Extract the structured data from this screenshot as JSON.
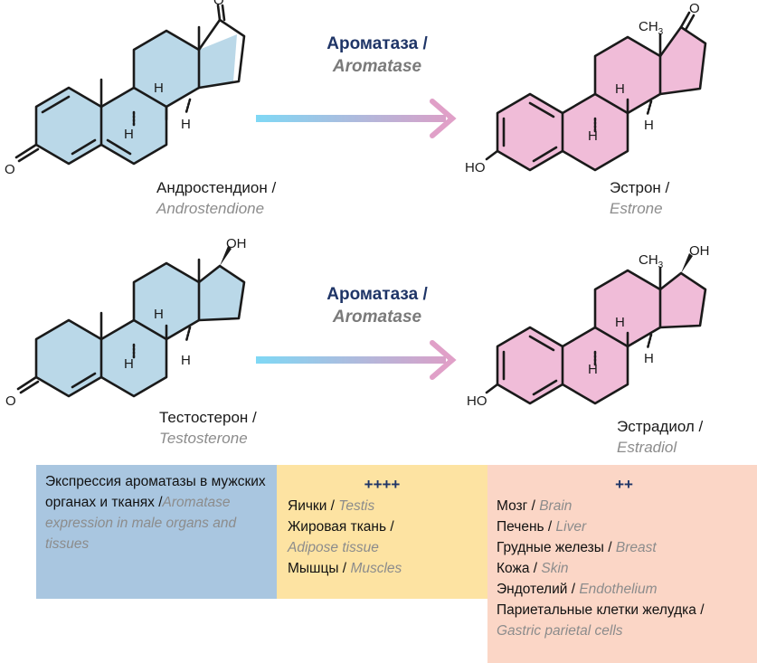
{
  "molecules": {
    "androstenedione": {
      "ru": "Андростендион /",
      "en": "Androstendione",
      "ketone_label": "O",
      "oxo_label": "O"
    },
    "estrone": {
      "ru": "Эстрон /",
      "en": "Estrone",
      "methyl_label": "CH",
      "methyl_sub": "3",
      "hydroxyl_label": "HO",
      "ketone_label": "O"
    },
    "testosterone": {
      "ru": "Тестостерон /",
      "en": "Testosterone",
      "hydroxyl_label": "OH",
      "ketone_label": "O"
    },
    "estradiol": {
      "ru": "Эстрадиол /",
      "en": "Estradiol",
      "methyl_label": "CH",
      "methyl_sub": "3",
      "hydroxyl_label": "HO",
      "oh_label": "OH"
    },
    "hydrogen_label": "H"
  },
  "enzyme": {
    "ru": "Ароматаза /",
    "en": "Aromatase"
  },
  "colors": {
    "androgen_fill": "#bad8e8",
    "estrogen_fill": "#f0bcd8",
    "arrow_start": "#7fd8f5",
    "arrow_end": "#d9a0c8",
    "arrowhead": "#e0a0c8"
  },
  "expression": {
    "title_ru": "Экспрессия ароматазы в мужских органах и тканях /",
    "title_en": "Aromatase expression in male organs and tissues",
    "high": {
      "level": "++++",
      "items": [
        {
          "ru": "Яички /",
          "en": "Testis"
        },
        {
          "ru": "Жировая ткань /",
          "en": "Adipose tissue"
        },
        {
          "ru": "Мышцы /",
          "en": "Muscles"
        }
      ]
    },
    "medium": {
      "level": "++",
      "items": [
        {
          "ru": "Мозг /",
          "en": "Brain"
        },
        {
          "ru": "Печень /",
          "en": "Liver"
        },
        {
          "ru": "Грудные железы /",
          "en": "Breast"
        },
        {
          "ru": "Кожа /",
          "en": "Skin"
        },
        {
          "ru": "Эндотелий /",
          "en": "Endothelium"
        },
        {
          "ru": "Париетальные клетки желудка /",
          "en": "Gastric parietal cells"
        }
      ]
    }
  }
}
